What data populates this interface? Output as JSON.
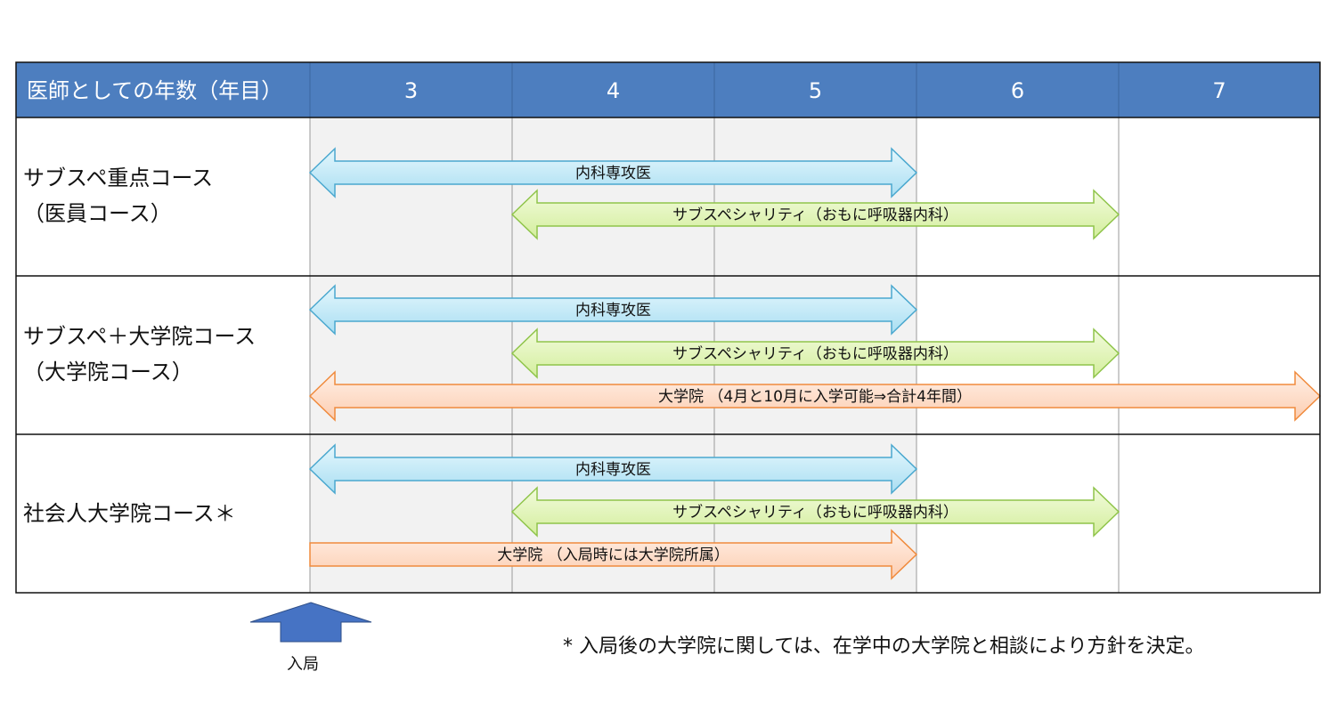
{
  "header": {
    "label": "医師としての年数（年目）",
    "years": [
      "3",
      "4",
      "5",
      "6",
      "7"
    ]
  },
  "rows": [
    {
      "label_lines": [
        "サブスペ重点コース",
        "（医員コース）"
      ],
      "bars": [
        {
          "label": "内科専攻医",
          "style": "blue",
          "from": 3,
          "to": 6,
          "double": true
        },
        {
          "label": "サブスペシャリティ（おもに呼吸器内科）",
          "style": "green",
          "from": 4,
          "to": 7,
          "double": true
        }
      ]
    },
    {
      "label_lines": [
        "サブスペ＋大学院コース",
        "（大学院コース）"
      ],
      "bars": [
        {
          "label": "内科専攻医",
          "style": "blue",
          "from": 3,
          "to": 6,
          "double": true
        },
        {
          "label": "サブスペシャリティ（おもに呼吸器内科）",
          "style": "green",
          "from": 4,
          "to": 7,
          "double": true
        },
        {
          "label": "大学院 （4月と10月に入学可能⇒合計4年間）",
          "style": "orange",
          "from": 3,
          "to": 8,
          "double": true
        }
      ]
    },
    {
      "label_lines": [
        "社会人大学院コース＊"
      ],
      "bars": [
        {
          "label": "内科専攻医",
          "style": "blue",
          "from": 3,
          "to": 6,
          "double": true
        },
        {
          "label": "サブスペシャリティ（おもに呼吸器内科）",
          "style": "green",
          "from": 4,
          "to": 7,
          "double": true
        },
        {
          "label": "大学院 （入局時には大学院所属）",
          "style": "orange",
          "from": 3,
          "to": 6,
          "double": false
        }
      ]
    }
  ],
  "entry_label": "入局",
  "footnote": "* 入局後の大学院に関しては、在学中の大学院と相談により方針を決定。",
  "colors": {
    "header_bg": "#4d7ebf",
    "header_text": "#ffffff",
    "shaded": "#f2f2f2",
    "blue_fill": "#c9ecf8",
    "blue_stroke": "#4aa8cf",
    "green_fill": "#e6f7c1",
    "green_stroke": "#8fc44a",
    "orange_fill": "#fde2d2",
    "orange_stroke": "#f08a3c",
    "entry_arrow": "#4673c4"
  }
}
